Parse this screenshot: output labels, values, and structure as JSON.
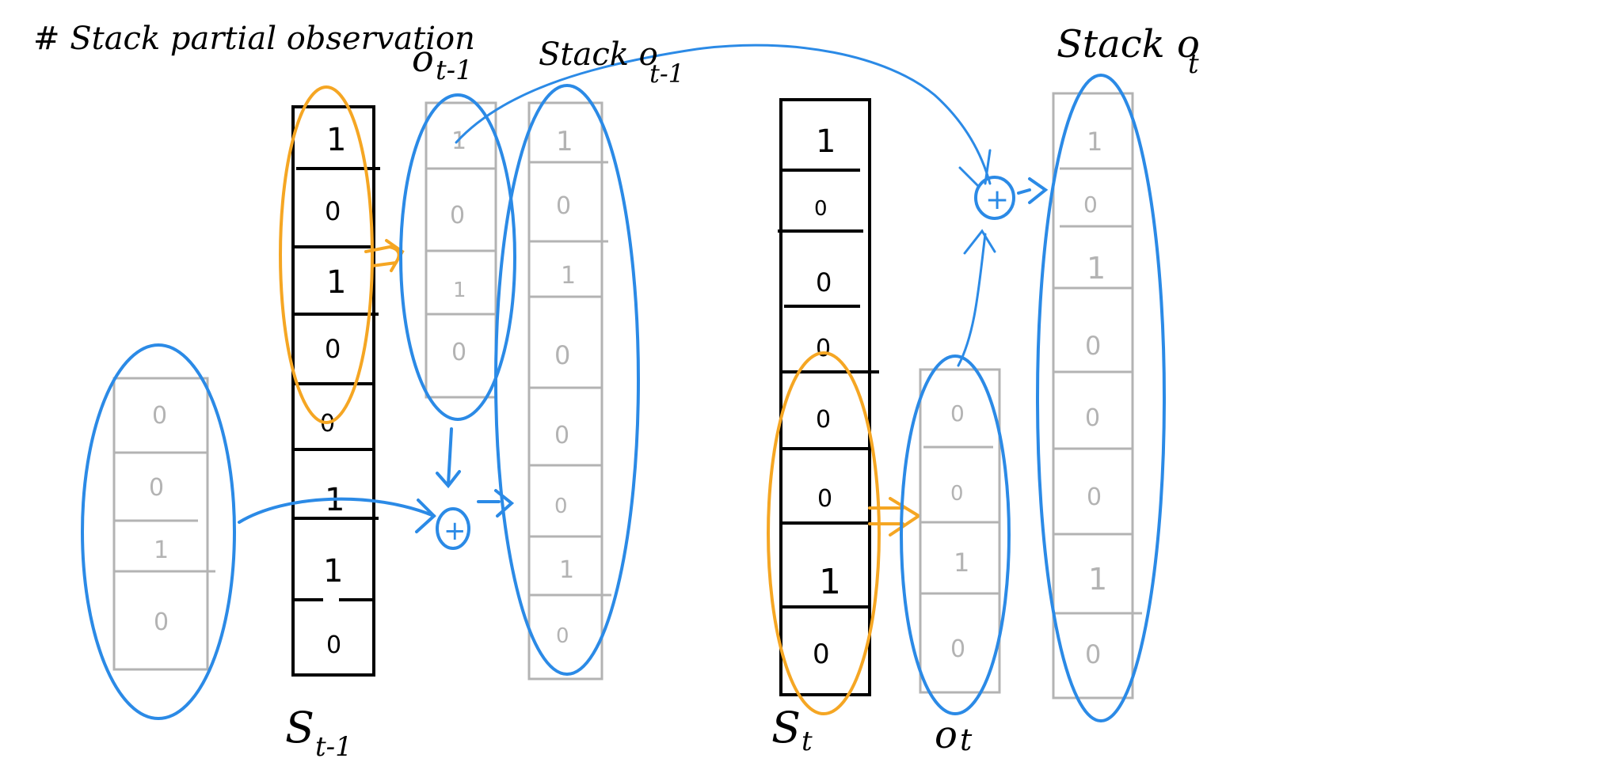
{
  "title": "# Stack partial observation",
  "labels": {
    "o_prev": "o",
    "o_prev_sub": "t-1",
    "stack_prev": "Stack o",
    "stack_prev_sub": "t-1",
    "stack_cur": "Stack o",
    "stack_cur_sub": "t",
    "s_prev": "S",
    "s_prev_sub": "t-1",
    "s_cur": "S",
    "s_cur_sub": "t",
    "o_cur": "o",
    "o_cur_sub": "t",
    "plus_symbol": "+"
  },
  "columns": {
    "prev_stack_input": [
      "0",
      "0",
      "1",
      "0"
    ],
    "s_prev": [
      "1",
      "0",
      "1",
      "0",
      "0",
      "1",
      "1",
      "0"
    ],
    "o_prev": [
      "1",
      "0",
      "1",
      "0"
    ],
    "stack_prev": [
      "1",
      "0",
      "1",
      "0",
      "0",
      "0",
      "1",
      "0"
    ],
    "s_cur": [
      "1",
      "0",
      "0",
      "0",
      "0",
      "0",
      "1",
      "0"
    ],
    "o_cur": [
      "0",
      "0",
      "1",
      "0"
    ],
    "stack_cur": [
      "1",
      "0",
      "1",
      "0",
      "0",
      "0",
      "1",
      "0"
    ]
  },
  "colors": {
    "ink": "#000000",
    "grey": "#b3b3b3",
    "blue": "#2b8ae6",
    "orange": "#f5a623"
  }
}
